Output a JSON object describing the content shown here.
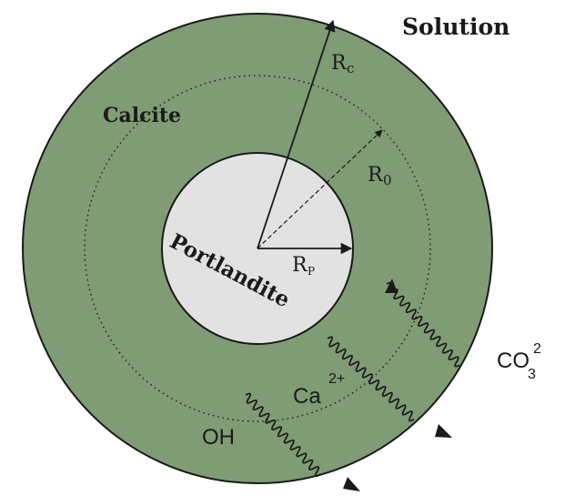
{
  "labels": {
    "solution": "Solution",
    "calcite": "Calcite",
    "portlandite": "Portlandite",
    "rc_main": "R",
    "rc_sub": "c",
    "r0_main": "R",
    "r0_sub": "0",
    "rp_main": "R",
    "rp_sub": "P",
    "co3_main": "CO",
    "co3_sub": "3",
    "co3_sup": "2",
    "ca_main": "Ca",
    "ca_sup": "2+",
    "oh_main": "OH"
  },
  "colors": {
    "calcite_shell": "#7f9c75",
    "portlandite_core": "#e2e2e2",
    "outline": "#1a1a1a",
    "background": "#ffffff"
  }
}
